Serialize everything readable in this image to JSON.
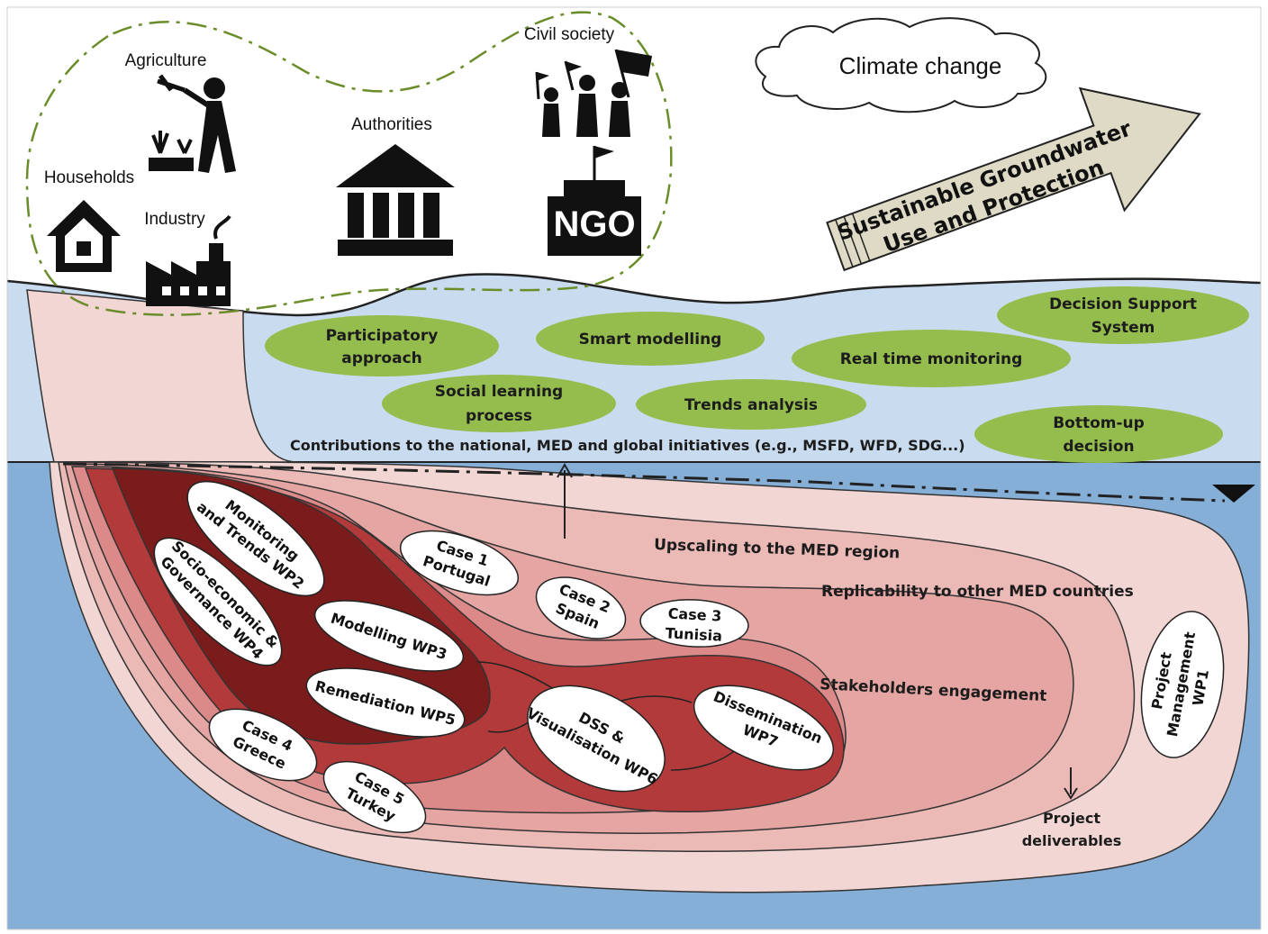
{
  "stakeholders": {
    "agriculture": "Agriculture",
    "households": "Households",
    "industry": "Industry",
    "authorities": "Authorities",
    "civil_society": "Civil society",
    "ngo": "NGO"
  },
  "climate": {
    "cloud": "Climate change",
    "arrow_line1": "Sustainable Groundwater",
    "arrow_line2": "Use and Protection"
  },
  "approaches": {
    "participatory_l1": "Participatory",
    "participatory_l2": "approach",
    "smart_modelling": "Smart modelling",
    "dss_l1": "Decision Support",
    "dss_l2": "System",
    "realtime": "Real time monitoring",
    "social_l1": "Social learning",
    "social_l2": "process",
    "trends": "Trends analysis",
    "bottomup_l1": "Bottom-up",
    "bottomup_l2": "decision",
    "contributions": "Contributions to the national, MED  and global initiatives (e.g., MSFD, WFD, SDG...)"
  },
  "layers": {
    "upscaling": "Upscaling to the MED region",
    "replicability": "Replicability to other MED countries",
    "stakeholders": "Stakeholders engagement",
    "deliverables_l1": "Project",
    "deliverables_l2": "deliverables"
  },
  "work_packages": {
    "wp2_l1": "Monitoring",
    "wp2_l2": "and Trends WP2",
    "wp4_l1": "Socio-economic &",
    "wp4_l2": "Governance WP4",
    "wp3": "Modelling WP3",
    "wp5": "Remediation WP5",
    "wp6_l1": "DSS &",
    "wp6_l2": "Visualisation  WP6",
    "wp7_l1": "Dissemination",
    "wp7_l2": "WP7",
    "wp1_l1": "Project",
    "wp1_l2": "Management",
    "wp1_l3": "WP1"
  },
  "cases": {
    "case1_l1": "Case 1",
    "case1_l2": "Portugal",
    "case2_l1": "Case 2",
    "case2_l2": "Spain",
    "case3_l1": "Case 3",
    "case3_l2": "Tunisia",
    "case4_l1": "Case 4",
    "case4_l2": "Greece",
    "case5_l1": "Case 5",
    "case5_l2": "Turkey"
  },
  "colors": {
    "water_light": "#c9dbef",
    "water_deep": "#86afd8",
    "ellipse_green": "#94bd4e",
    "arrow_fill": "#dedac5",
    "pink_light": "#f2d6d4",
    "pink_mid": "#ebb6b4",
    "pink_dark": "#e08f8e",
    "red_mid": "#b23a3a",
    "red_dark": "#7a1c1c"
  }
}
